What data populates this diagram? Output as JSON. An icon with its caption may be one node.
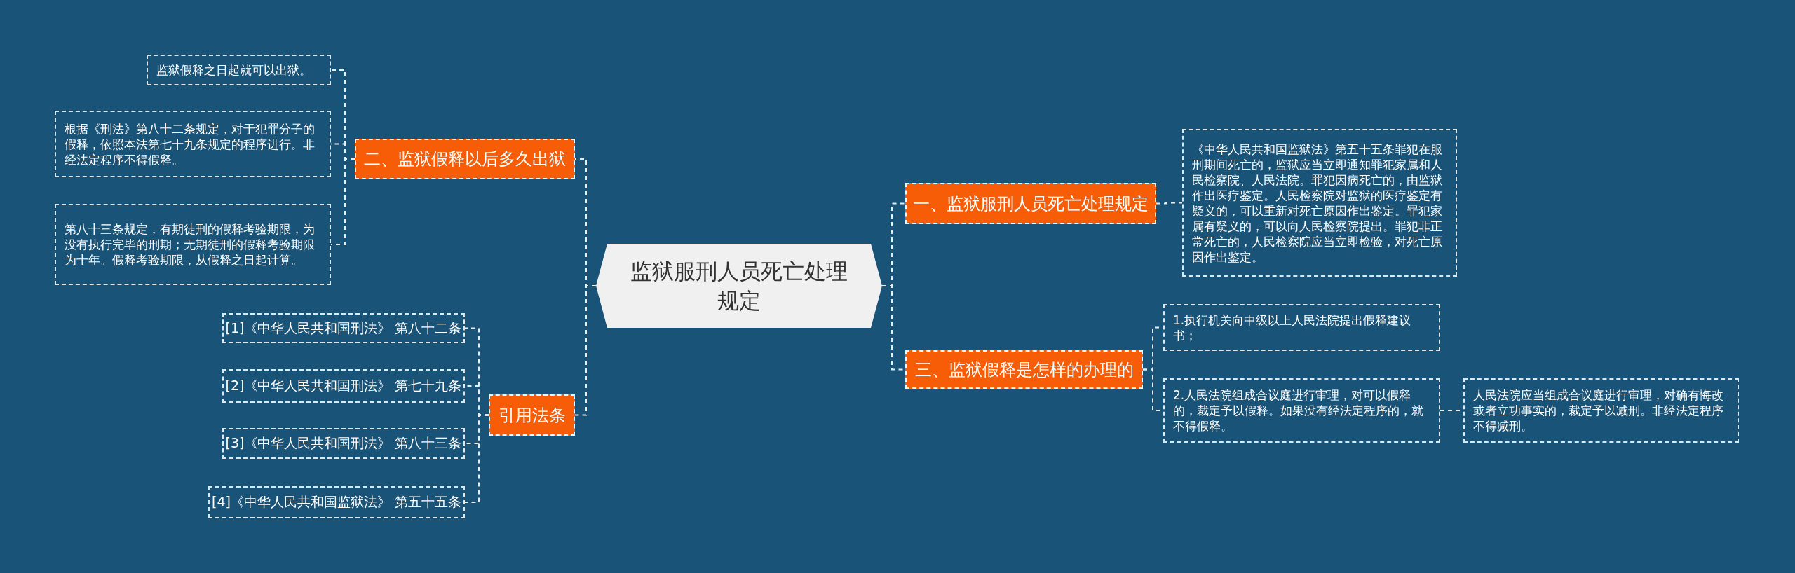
{
  "diagram": {
    "nodes": [
      {
        "text": [
          "监狱服刑人员死亡处理规定"
        ]
      },
      {
        "text": [
          "一、监狱服刑人员死亡处理规定"
        ]
      },
      {
        "text": [
          "《中华人民共和国监狱法》第五十五条罪犯在服刑期间死亡的，监狱应当立即通知罪犯家属和人民检察院、人民法院。罪犯因病死亡的，由监狱作出医疗鉴定。人民检察院对监狱的医疗鉴定有疑义的，可以重新对死亡原因作出鉴定。罪犯家属有疑义的，可以向人民检察院提出。罪犯非正常死亡的，人民检察院应当立即检验，对死亡原因作出鉴定。"
        ]
      },
      {
        "text": [
          "二、监狱假释以后多久出狱"
        ]
      },
      {
        "text": [
          "监狱假释之日起就可以出狱。"
        ]
      },
      {
        "text": [
          "根据《刑法》第八十二条规定，对于犯罪分子的假释，依照本法第七十九条规定的程序进行。非经法定程序不得假释。"
        ]
      },
      {
        "text": [
          "第八十三条规定，有期徒刑的假释考验期限，为没有执行完毕的刑期；无期徒刑的假释考验期限为十年。假释考验期限，从假释之日起计算。"
        ]
      },
      {
        "text": [
          "三、监狱假释是怎样的办理的"
        ]
      },
      {
        "text": [
          "1.执行机关向中级以上人民法院提出假释建议书；"
        ]
      },
      {
        "text": [
          "2.人民法院组成合议庭进行审理，对可以假释的，裁定予以假释。如果没有经法定程序的，就不得假释。"
        ]
      },
      {
        "text": [
          "人民法院应当组成合议庭进行审理，对确有悔改或者立功事实的，裁定予以减刑。非经法定程序不得减刑。"
        ]
      },
      {
        "text": [
          "引用法条"
        ]
      },
      {
        "text": [
          "[1]《中华人民共和国刑法》 第八十二条"
        ]
      },
      {
        "text": [
          "[2]《中华人民共和国刑法》 第七十九条"
        ]
      },
      {
        "text": [
          "[3]《中华人民共和国刑法》 第八十三条"
        ]
      },
      {
        "text": [
          "[4]《中华人民共和国监狱法》 第五十五条"
        ]
      }
    ],
    "edges": [
      {
        "from": 0,
        "to": 1,
        "arrow": "none"
      },
      {
        "from": 1,
        "to": 2,
        "arrow": "none"
      },
      {
        "from": 0,
        "to": 3,
        "arrow": "none"
      },
      {
        "from": 3,
        "to": 4,
        "arrow": "none"
      },
      {
        "from": 3,
        "to": 5,
        "arrow": "none"
      },
      {
        "from": 3,
        "to": 6,
        "arrow": "none"
      },
      {
        "from": 0,
        "to": 7,
        "arrow": "none"
      },
      {
        "from": 7,
        "to": 8,
        "arrow": "none"
      },
      {
        "from": 7,
        "to": 9,
        "arrow": "none"
      },
      {
        "from": 9,
        "to": 10,
        "arrow": "none"
      },
      {
        "from": 0,
        "to": 11,
        "arrow": "none"
      },
      {
        "from": 11,
        "to": 12,
        "arrow": "none"
      },
      {
        "from": 11,
        "to": 13,
        "arrow": "none"
      },
      {
        "from": 11,
        "to": 14,
        "arrow": "none"
      },
      {
        "from": 11,
        "to": 15,
        "arrow": "none"
      }
    ]
  }
}
